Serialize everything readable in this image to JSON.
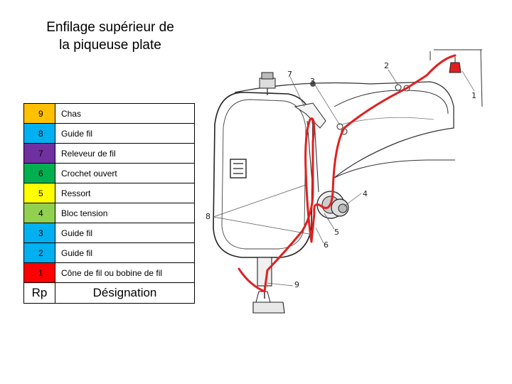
{
  "title": {
    "line1": "Enfilage supérieur de",
    "line2": "la piqueuse plate"
  },
  "legend": {
    "header": {
      "ref": "Rp",
      "designation": "Désignation"
    },
    "rows": [
      {
        "ref": "9",
        "designation": "Chas",
        "color": "#ffc000"
      },
      {
        "ref": "8",
        "designation": "Guide fil",
        "color": "#00b0f0"
      },
      {
        "ref": "7",
        "designation": "Releveur de fil",
        "color": "#7030a0"
      },
      {
        "ref": "6",
        "designation": "Crochet ouvert",
        "color": "#00b050"
      },
      {
        "ref": "5",
        "designation": "Ressort",
        "color": "#ffff00"
      },
      {
        "ref": "4",
        "designation": "Bloc tension",
        "color": "#92d050"
      },
      {
        "ref": "3",
        "designation": "Guide fil",
        "color": "#00b0f0"
      },
      {
        "ref": "2",
        "designation": "Guide fil",
        "color": "#00b0f0"
      },
      {
        "ref": "1",
        "designation": "Cône de fil ou bobine de fil",
        "color": "#ff0000"
      }
    ]
  },
  "drawing": {
    "callouts": [
      "1",
      "2",
      "3",
      "4",
      "5",
      "6",
      "7",
      "8",
      "9"
    ],
    "thread_color": "#e02020",
    "logo_icon": "machine-brand-logo-icon"
  }
}
